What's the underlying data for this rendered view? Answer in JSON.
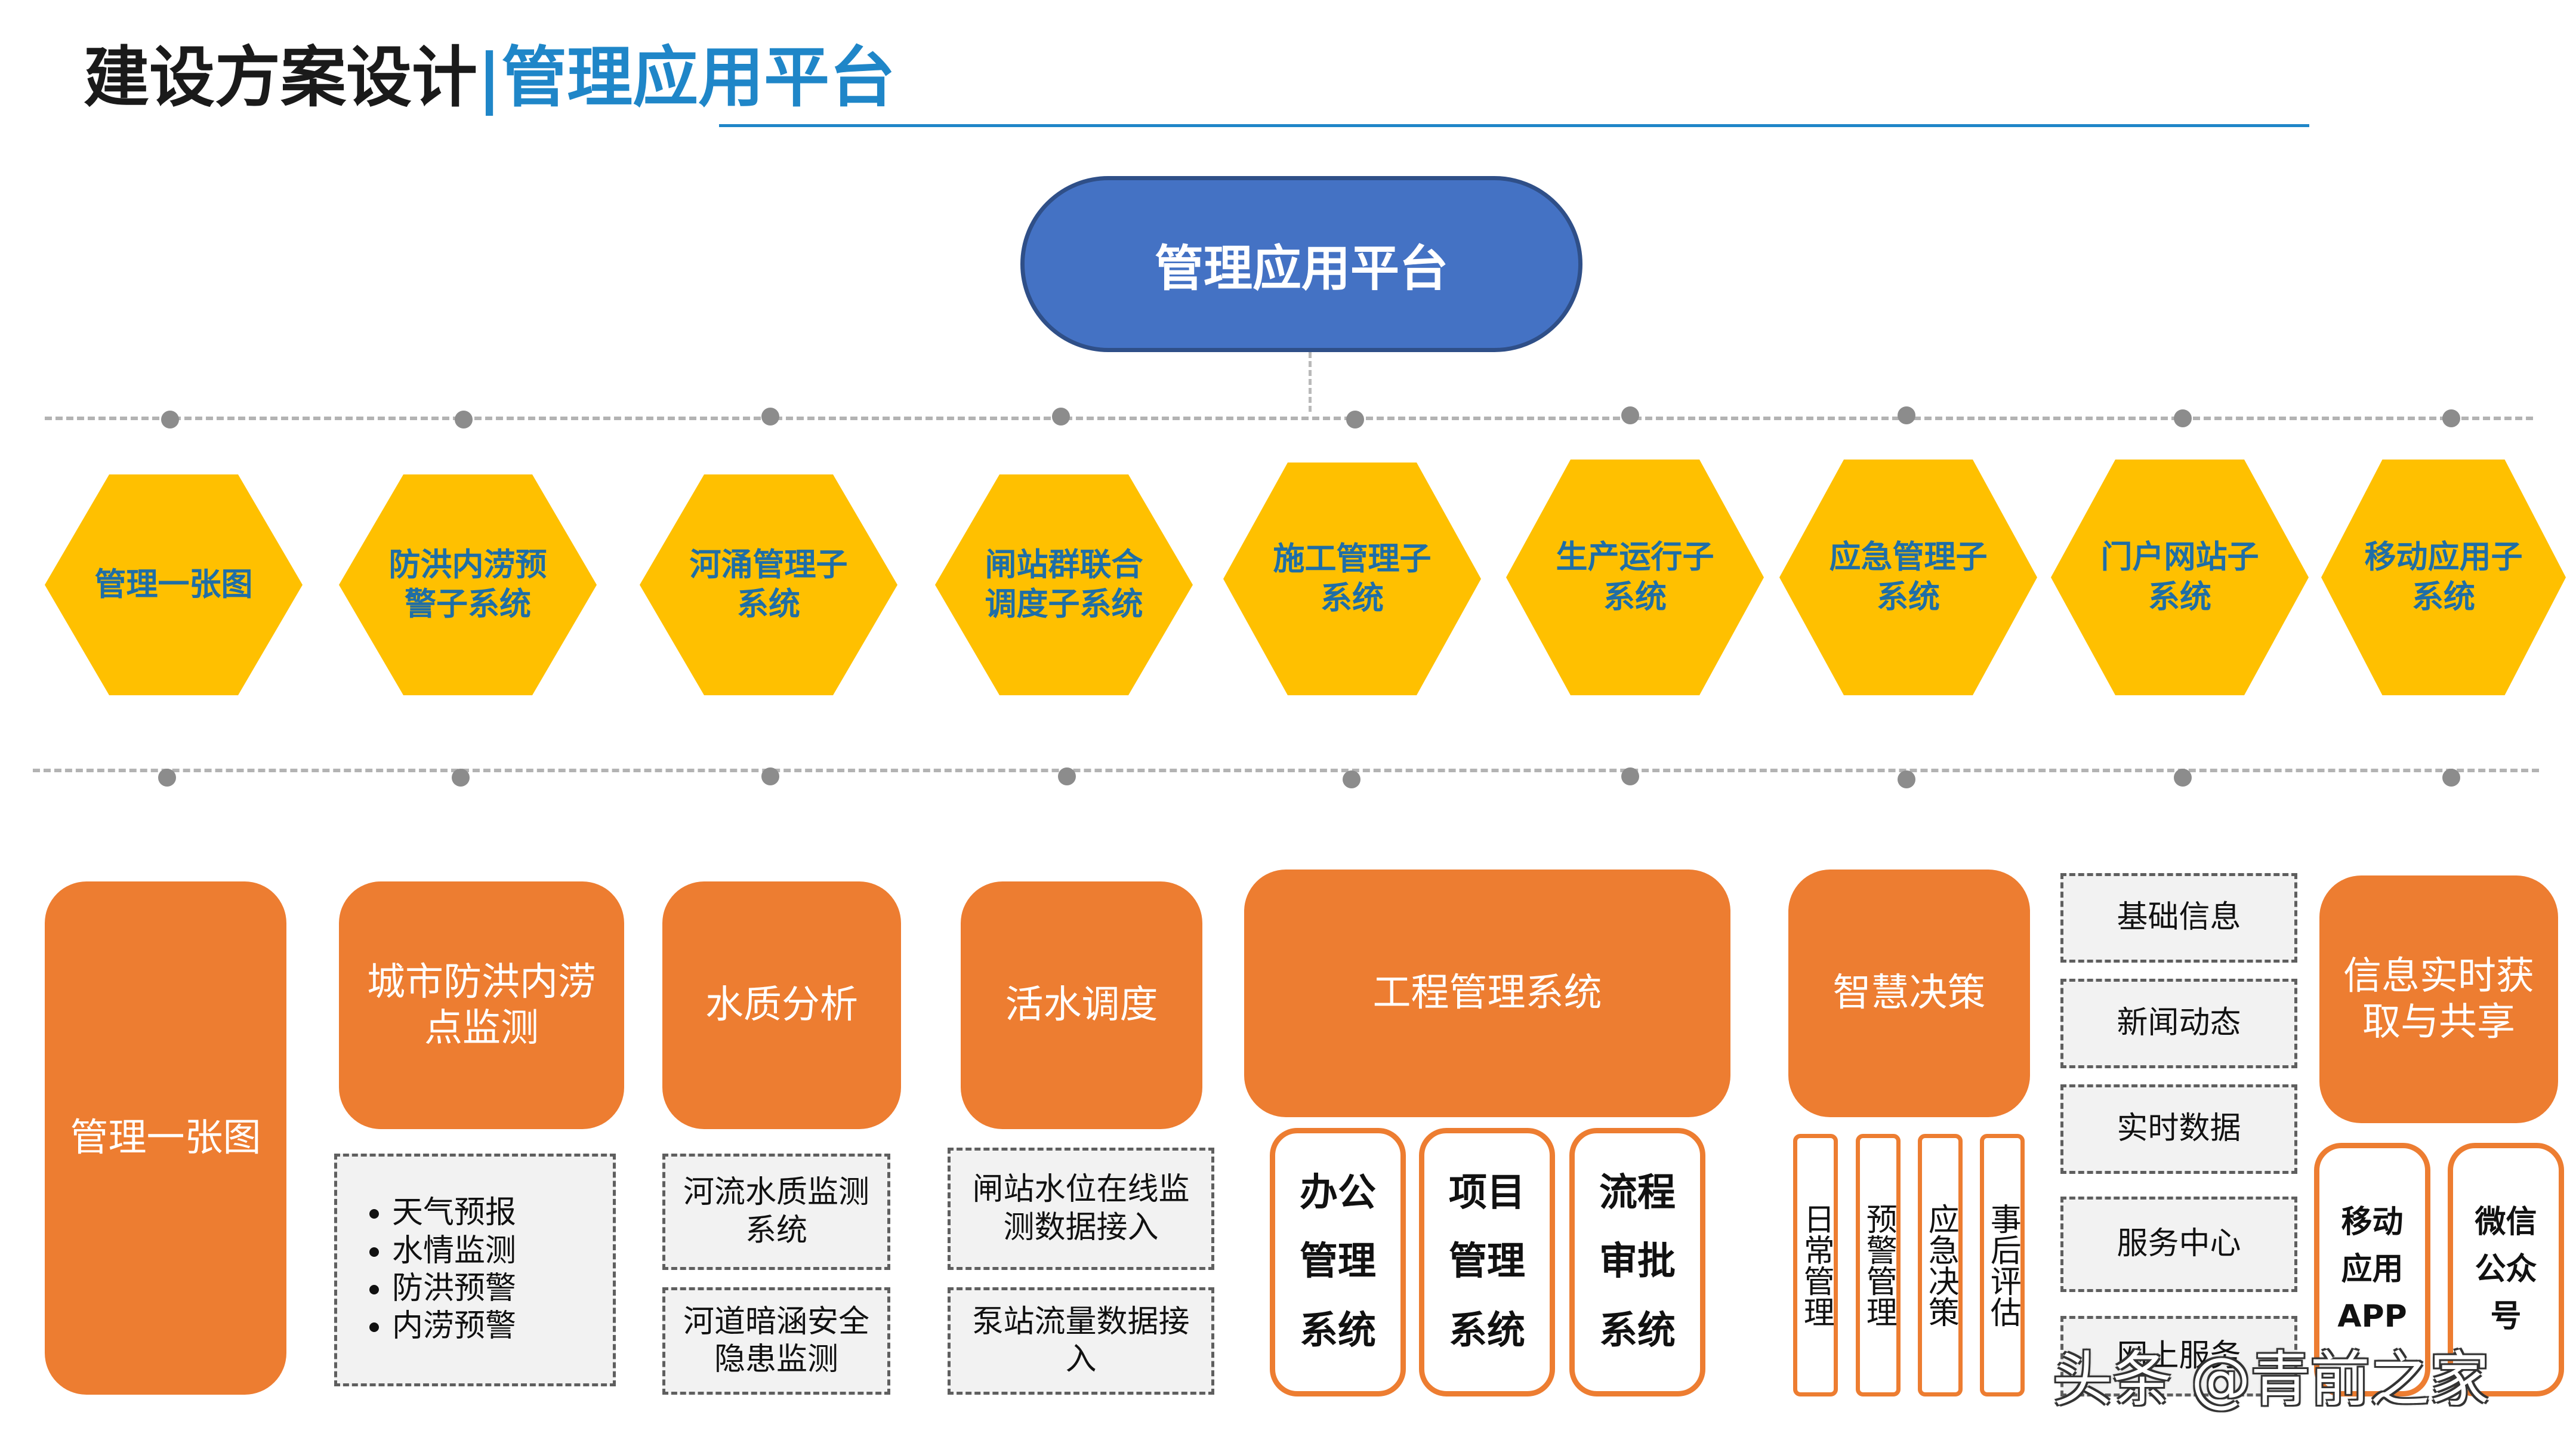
{
  "header": {
    "title_main": "建设方案设计",
    "title_accent": "|管理应用平台"
  },
  "root": {
    "label": "管理应用平台"
  },
  "subsystems": [
    "管理一张图",
    "防洪内涝预警子系统",
    "河涌管理子系统",
    "闸站群联合调度子系统",
    "施工管理子系统",
    "生产运行子系统",
    "应急管理子系统",
    "门户网站子系统",
    "移动应用子系统"
  ],
  "modules": {
    "map": {
      "label": "管理一张图"
    },
    "flood": {
      "label": "城市防洪内涝点监测",
      "bullets": [
        "天气预报",
        "水情监测",
        "防洪预警",
        "内涝预警"
      ]
    },
    "water_quality": {
      "label": "水质分析",
      "items": [
        "河流水质监测系统",
        "河道暗涵安全隐患监测"
      ]
    },
    "live_water": {
      "label": "活水调度",
      "items": [
        "闸站水位在线监测数据接入",
        "泵站流量数据接入"
      ]
    },
    "engineering": {
      "label": "工程管理系统",
      "items": [
        "办公管理系统",
        "项目管理系统",
        "流程审批系统"
      ]
    },
    "decision": {
      "label": "智慧决策",
      "items": [
        "日常管理",
        "预警管理",
        "应急决策",
        "事后评估"
      ]
    },
    "portal": {
      "items": [
        "基础信息",
        "新闻动态",
        "实时数据",
        "服务中心",
        "网上服务"
      ]
    },
    "info": {
      "label": "信息实时获取与共享",
      "items": [
        "移动应用APP",
        "微信公众号"
      ]
    }
  },
  "watermark": "头条 @青前之家",
  "colors": {
    "hexagon": "#ffc000",
    "hexagon_text": "#1f6ea6",
    "module": "#ed7d31",
    "root": "#4472c4",
    "accent": "#1f86c8"
  }
}
